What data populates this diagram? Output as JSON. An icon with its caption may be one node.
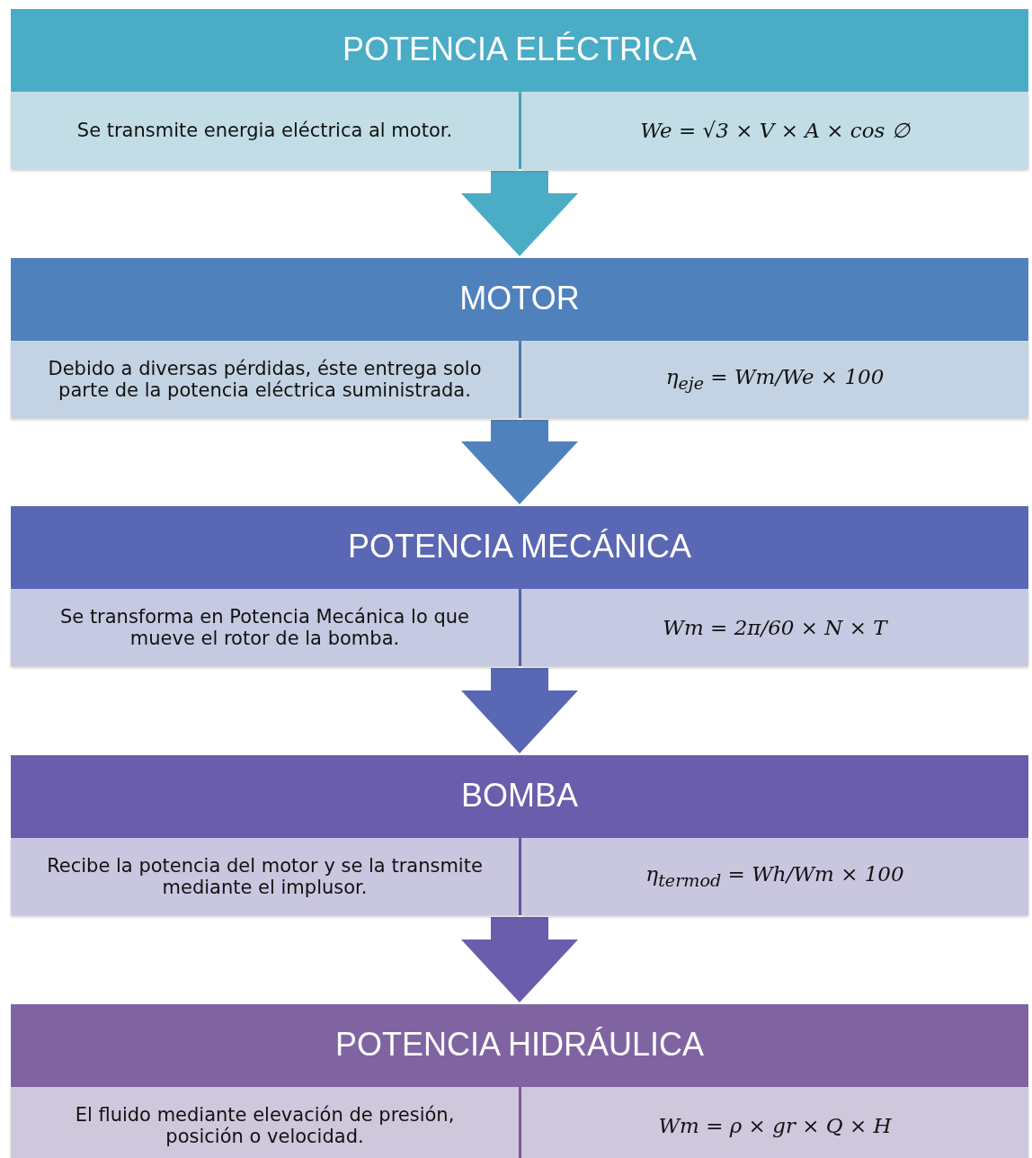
{
  "diagram": {
    "nodes": [
      {
        "text": [
          "POTENCIA ELÉCTRICA"
        ]
      },
      {
        "text": [
          "Se transmite energia eléctrica al motor."
        ],
        "in": 0
      },
      {
        "text": [
          "We = √3 × V × A × cos ∅"
        ],
        "in": 0
      },
      {
        "text": [
          "MOTOR"
        ]
      },
      {
        "text": [
          "Debido a diversas pérdidas, éste entrega solo parte de la potencia eléctrica suministrada."
        ],
        "in": 3
      },
      {
        "text": [
          "η$_{eje}$ = Wm/We × 100"
        ],
        "in": 3
      },
      {
        "text": [
          "POTENCIA MECÁNICA"
        ]
      },
      {
        "text": [
          "Se transforma en Potencia Mecánica lo que mueve el rotor de la bomba."
        ],
        "in": 6
      },
      {
        "text": [
          "Wm = 2π/60 × N × T"
        ],
        "in": 6
      },
      {
        "text": [
          "BOMBA"
        ]
      },
      {
        "text": [
          "Recibe la potencia del motor y se la transmite mediante el implusor."
        ],
        "in": 9
      },
      {
        "text": [
          "η$_{termod}$ = Wh/Wm × 100"
        ],
        "in": 9
      },
      {
        "text": [
          "POTENCIA HIDRÁULICA"
        ]
      },
      {
        "text": [
          "El fluido mediante elevación de presión, posición o velocidad."
        ],
        "in": 12
      },
      {
        "text": [
          "Wm = ρ × gr × Q × H"
        ],
        "in": 12
      }
    ],
    "edges": [
      {
        "from": 0,
        "to": 3,
        "arrow": "to",
        "color": "#4bacc6"
      },
      {
        "from": 3,
        "to": 6,
        "arrow": "to",
        "color": "#4f81bd"
      },
      {
        "from": 6,
        "to": 9,
        "arrow": "to",
        "color": "#5a67b4"
      },
      {
        "from": 9,
        "to": 12,
        "arrow": "to",
        "color": "#6a5dab"
      }
    ]
  }
}
